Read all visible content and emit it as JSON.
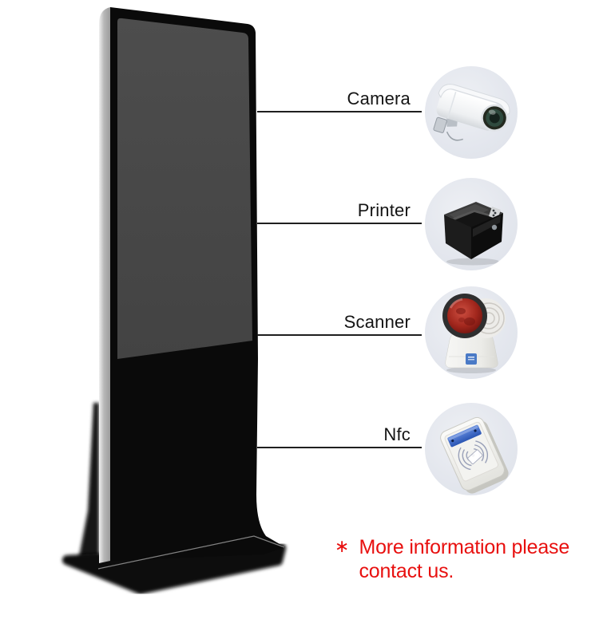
{
  "page": {
    "background_color": "#ffffff"
  },
  "kiosk": {
    "icon": "floor-standing-digital-signage-totem",
    "screen_color": "#474747",
    "body_color": "#0a0a0a",
    "edge_color": "#b8b8b8",
    "base_color": "#0a0a0a"
  },
  "features": [
    {
      "label": "Camera",
      "icon": "cctv-camera-icon",
      "photo_bg": "#e4e7ee"
    },
    {
      "label": "Printer",
      "icon": "receipt-printer-icon",
      "photo_bg": "#e4e7ee"
    },
    {
      "label": "Scanner",
      "icon": "barcode-scanner-icon",
      "photo_bg": "#e4e7ee"
    },
    {
      "label": "Nfc",
      "icon": "nfc-reader-icon",
      "photo_bg": "#e4e7ee"
    }
  ],
  "note": {
    "marker": "∗",
    "lines": [
      "More information please",
      "contact us."
    ],
    "color": "#e8100f"
  },
  "line_color": "#1f1f1f",
  "label_color": "#141414"
}
